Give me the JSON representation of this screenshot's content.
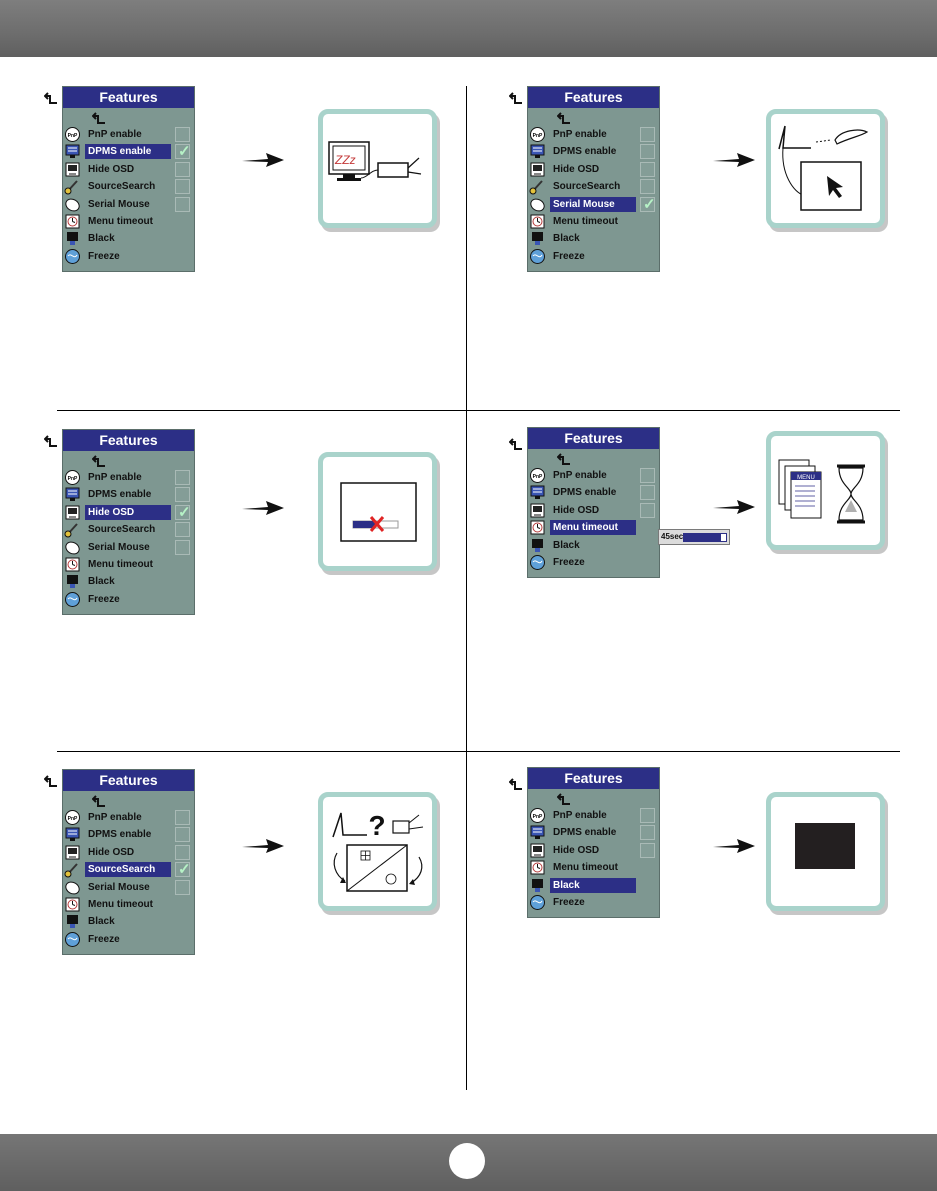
{
  "menu_title": "Features",
  "panels": [
    {
      "id": "dpms",
      "title": "Features",
      "items": [
        {
          "label": "PnP enable",
          "icon": "pnp-icon",
          "checkbox": true,
          "checked": false,
          "selected": false
        },
        {
          "label": "DPMS enable",
          "icon": "dpms-icon",
          "checkbox": true,
          "checked": true,
          "selected": true
        },
        {
          "label": "Hide OSD",
          "icon": "hide-osd-icon",
          "checkbox": true,
          "checked": false,
          "selected": false
        },
        {
          "label": "SourceSearch",
          "icon": "source-search-icon",
          "checkbox": true,
          "checked": false,
          "selected": false
        },
        {
          "label": "Serial Mouse",
          "icon": "serial-mouse-icon",
          "checkbox": true,
          "checked": false,
          "selected": false
        },
        {
          "label": "Menu timeout",
          "icon": "menu-timeout-icon",
          "checkbox": false,
          "checked": false,
          "selected": false
        },
        {
          "label": "Black",
          "icon": "black-icon",
          "checkbox": false,
          "checked": false,
          "selected": false
        },
        {
          "label": "Freeze",
          "icon": "freeze-icon",
          "checkbox": false,
          "checked": false,
          "selected": false
        }
      ],
      "illustration": {
        "text": "ZZz",
        "name": "sleep-monitor-illustration"
      }
    },
    {
      "id": "serial-mouse",
      "title": "Features",
      "items": [
        {
          "label": "PnP enable",
          "icon": "pnp-icon",
          "checkbox": true,
          "checked": false,
          "selected": false
        },
        {
          "label": "DPMS enable",
          "icon": "dpms-icon",
          "checkbox": true,
          "checked": false,
          "selected": false
        },
        {
          "label": "Hide OSD",
          "icon": "hide-osd-icon",
          "checkbox": true,
          "checked": false,
          "selected": false
        },
        {
          "label": "SourceSearch",
          "icon": "source-search-icon",
          "checkbox": true,
          "checked": false,
          "selected": false
        },
        {
          "label": "Serial Mouse",
          "icon": "serial-mouse-icon",
          "checkbox": true,
          "checked": true,
          "selected": true
        },
        {
          "label": "Menu timeout",
          "icon": "menu-timeout-icon",
          "checkbox": false,
          "checked": false,
          "selected": false
        },
        {
          "label": "Black",
          "icon": "black-icon",
          "checkbox": false,
          "checked": false,
          "selected": false
        },
        {
          "label": "Freeze",
          "icon": "freeze-icon",
          "checkbox": false,
          "checked": false,
          "selected": false
        }
      ],
      "illustration": {
        "name": "serial-mouse-illustration"
      }
    },
    {
      "id": "hide-osd",
      "title": "Features",
      "items": [
        {
          "label": "PnP enable",
          "icon": "pnp-icon",
          "checkbox": true,
          "checked": false,
          "selected": false
        },
        {
          "label": "DPMS enable",
          "icon": "dpms-icon",
          "checkbox": true,
          "checked": false,
          "selected": false
        },
        {
          "label": "Hide OSD",
          "icon": "hide-osd-icon",
          "checkbox": true,
          "checked": true,
          "selected": true
        },
        {
          "label": "SourceSearch",
          "icon": "source-search-icon",
          "checkbox": true,
          "checked": false,
          "selected": false
        },
        {
          "label": "Serial Mouse",
          "icon": "serial-mouse-icon",
          "checkbox": true,
          "checked": false,
          "selected": false
        },
        {
          "label": "Menu timeout",
          "icon": "menu-timeout-icon",
          "checkbox": false,
          "checked": false,
          "selected": false
        },
        {
          "label": "Black",
          "icon": "black-icon",
          "checkbox": false,
          "checked": false,
          "selected": false
        },
        {
          "label": "Freeze",
          "icon": "freeze-icon",
          "checkbox": false,
          "checked": false,
          "selected": false
        }
      ],
      "illustration": {
        "name": "hide-osd-illustration"
      }
    },
    {
      "id": "menu-timeout",
      "title": "Features",
      "items": [
        {
          "label": "PnP enable",
          "icon": "pnp-icon",
          "checkbox": true,
          "checked": false,
          "selected": false
        },
        {
          "label": "DPMS enable",
          "icon": "dpms-icon",
          "checkbox": true,
          "checked": false,
          "selected": false
        },
        {
          "label": "Hide OSD",
          "icon": "hide-osd-icon",
          "checkbox": true,
          "checked": false,
          "selected": false
        },
        {
          "label": "Menu timeout",
          "icon": "menu-timeout-icon",
          "checkbox": false,
          "checked": false,
          "selected": true
        },
        {
          "label": "Black",
          "icon": "black-icon",
          "checkbox": false,
          "checked": false,
          "selected": false
        },
        {
          "label": "Freeze",
          "icon": "freeze-icon",
          "checkbox": false,
          "checked": false,
          "selected": false
        }
      ],
      "slider": {
        "label": "45sec",
        "level": 0.88
      },
      "illustration": {
        "text": "MENU",
        "name": "menu-timeout-illustration"
      }
    },
    {
      "id": "source-search",
      "title": "Features",
      "items": [
        {
          "label": "PnP enable",
          "icon": "pnp-icon",
          "checkbox": true,
          "checked": false,
          "selected": false
        },
        {
          "label": "DPMS enable",
          "icon": "dpms-icon",
          "checkbox": true,
          "checked": false,
          "selected": false
        },
        {
          "label": "Hide OSD",
          "icon": "hide-osd-icon",
          "checkbox": true,
          "checked": false,
          "selected": false
        },
        {
          "label": "SourceSearch",
          "icon": "source-search-icon",
          "checkbox": true,
          "checked": true,
          "selected": true
        },
        {
          "label": "Serial Mouse",
          "icon": "serial-mouse-icon",
          "checkbox": true,
          "checked": false,
          "selected": false
        },
        {
          "label": "Menu timeout",
          "icon": "menu-timeout-icon",
          "checkbox": false,
          "checked": false,
          "selected": false
        },
        {
          "label": "Black",
          "icon": "black-icon",
          "checkbox": false,
          "checked": false,
          "selected": false
        },
        {
          "label": "Freeze",
          "icon": "freeze-icon",
          "checkbox": false,
          "checked": false,
          "selected": false
        }
      ],
      "illustration": {
        "text": "?",
        "name": "source-search-illustration"
      }
    },
    {
      "id": "black",
      "title": "Features",
      "items": [
        {
          "label": "PnP enable",
          "icon": "pnp-icon",
          "checkbox": true,
          "checked": false,
          "selected": false
        },
        {
          "label": "DPMS enable",
          "icon": "dpms-icon",
          "checkbox": true,
          "checked": false,
          "selected": false
        },
        {
          "label": "Hide OSD",
          "icon": "hide-osd-icon",
          "checkbox": true,
          "checked": false,
          "selected": false
        },
        {
          "label": "Menu timeout",
          "icon": "menu-timeout-icon",
          "checkbox": false,
          "checked": false,
          "selected": false
        },
        {
          "label": "Black",
          "icon": "black-icon",
          "checkbox": false,
          "checked": false,
          "selected": true
        },
        {
          "label": "Freeze",
          "icon": "freeze-icon",
          "checkbox": false,
          "checked": false,
          "selected": false
        }
      ],
      "illustration": {
        "name": "black-screen-illustration"
      }
    }
  ],
  "colors": {
    "menu_bg": "#7e9791",
    "menu_highlight": "#2c2f86",
    "check": "#b6f2c6",
    "illustration_frame": "#a9d3cb",
    "band": "#6d6d6d"
  }
}
